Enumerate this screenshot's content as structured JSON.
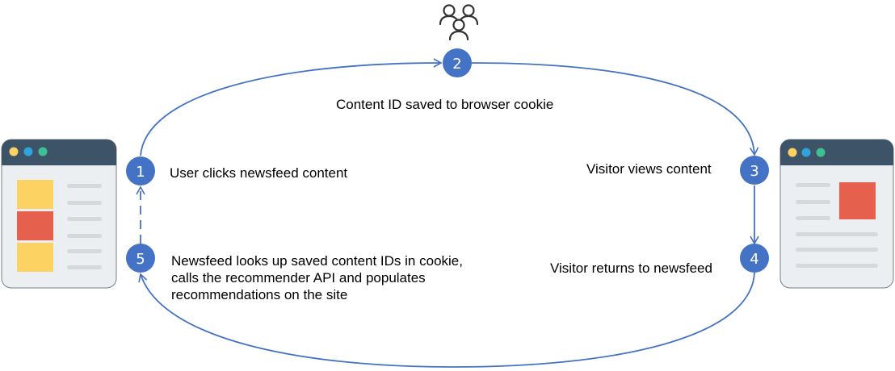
{
  "colors": {
    "accent": "#4472C4",
    "browser_header": "#3D5468",
    "browser_body": "#EBEFF2",
    "dot_yellow": "#FCD262",
    "dot_blue": "#2EA3DD",
    "dot_green": "#3CC195",
    "block_yellow": "#FCD262",
    "block_red": "#E5604D",
    "line_gray": "#D6D8DC"
  },
  "steps": [
    {
      "number": "1",
      "label": "User clicks newsfeed content"
    },
    {
      "number": "2",
      "label": "Content ID saved to browser cookie"
    },
    {
      "number": "3",
      "label": "Visitor views content"
    },
    {
      "number": "4",
      "label": "Visitor returns to newsfeed"
    },
    {
      "number": "5",
      "label_lines": [
        "Newsfeed looks up saved content IDs in cookie,",
        "calls the recommender API and populates",
        "recommendations on the site"
      ]
    }
  ],
  "icons": {
    "left_browser": "newsfeed-browser-window-icon",
    "right_browser": "content-page-browser-window-icon",
    "users": "users-group-icon"
  }
}
